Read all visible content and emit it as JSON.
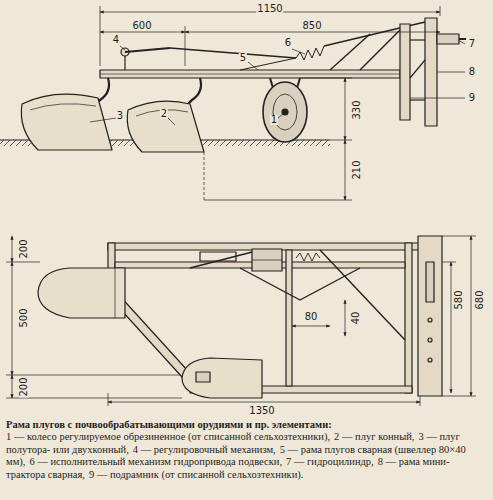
{
  "diagram": {
    "caption": "Рама плугов с почвообрабатывающими орудиями и пр. элементами:",
    "labels": [
      "1150",
      "600",
      "850",
      "4",
      "6",
      "5",
      "7",
      "8",
      "9",
      "3",
      "2",
      "1",
      "330",
      "210",
      "200",
      "580",
      "680",
      "80",
      "40",
      "500",
      "200",
      "1350",
      "1 — колесо регулируемое обрезиненное (от списанной сельхозтехники),",
      "2 — плуг конный,",
      "3 — плуг полутора- или двухконный,",
      "4 — регулировочный механизм,",
      "5 — рама плугов сварная (швеллер 80×40 мм),",
      "6 — исполнительный механизм гидропривода подвески,",
      "7 — гидроцилиндр,",
      "8 — рама мини-трактора сварная,",
      "9 — подрамник (от списанной сельхозтехники)."
    ]
  }
}
